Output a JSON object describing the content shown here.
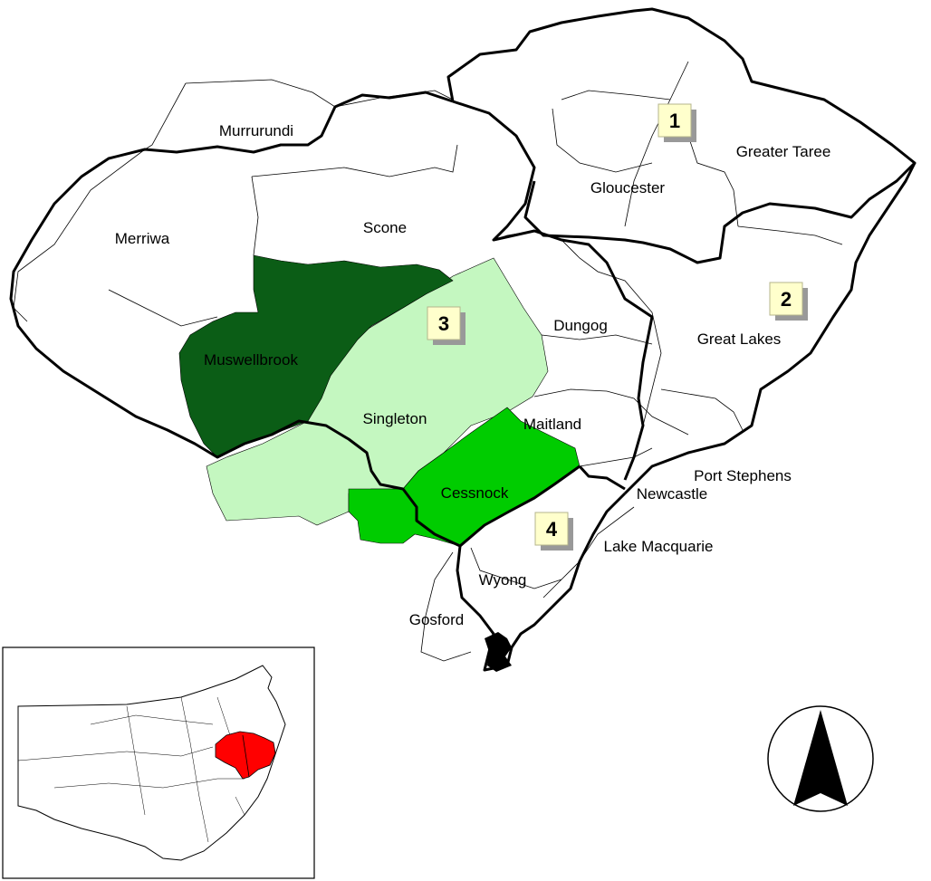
{
  "colors": {
    "dark_green": "#0b5d16",
    "medium_green": "#00cc00",
    "light_green": "#c4f7c0",
    "highlight_red": "#ff0000",
    "zone_box_fill": "#ffffcc",
    "boundary": "#000000"
  },
  "lga_labels": {
    "murrurundi": "Murrurundi",
    "merriwa": "Merriwa",
    "scone": "Scone",
    "gloucester": "Gloucester",
    "greater_taree": "Greater Taree",
    "great_lakes": "Great Lakes",
    "dungog": "Dungog",
    "muswellbrook": "Muswellbrook",
    "singleton": "Singleton",
    "maitland": "Maitland",
    "cessnock": "Cessnock",
    "port_stephens": "Port Stephens",
    "newcastle": "Newcastle",
    "lake_macquarie": "Lake Macquarie",
    "wyong": "Wyong",
    "gosford": "Gosford"
  },
  "zones": [
    "1",
    "2",
    "3",
    "4"
  ],
  "inset": {
    "icon": "nsw-locator-map"
  },
  "north_arrow": {
    "icon": "north-arrow-icon"
  }
}
